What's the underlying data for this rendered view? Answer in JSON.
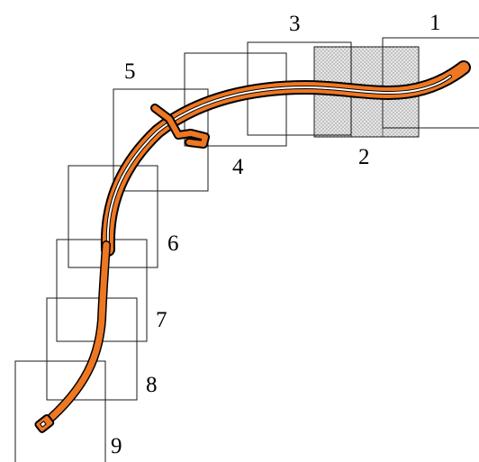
{
  "labels": [
    "1",
    "2",
    "3",
    "4",
    "5",
    "6",
    "7",
    "8",
    "9"
  ],
  "colors": {
    "track_outline": "#000000",
    "track_fill": "#ee7722",
    "track_slot": "#ffffff",
    "frame_stroke": "#1a1a1a",
    "shaded_fill": "#e0e0e0",
    "label_text": "#000000"
  }
}
